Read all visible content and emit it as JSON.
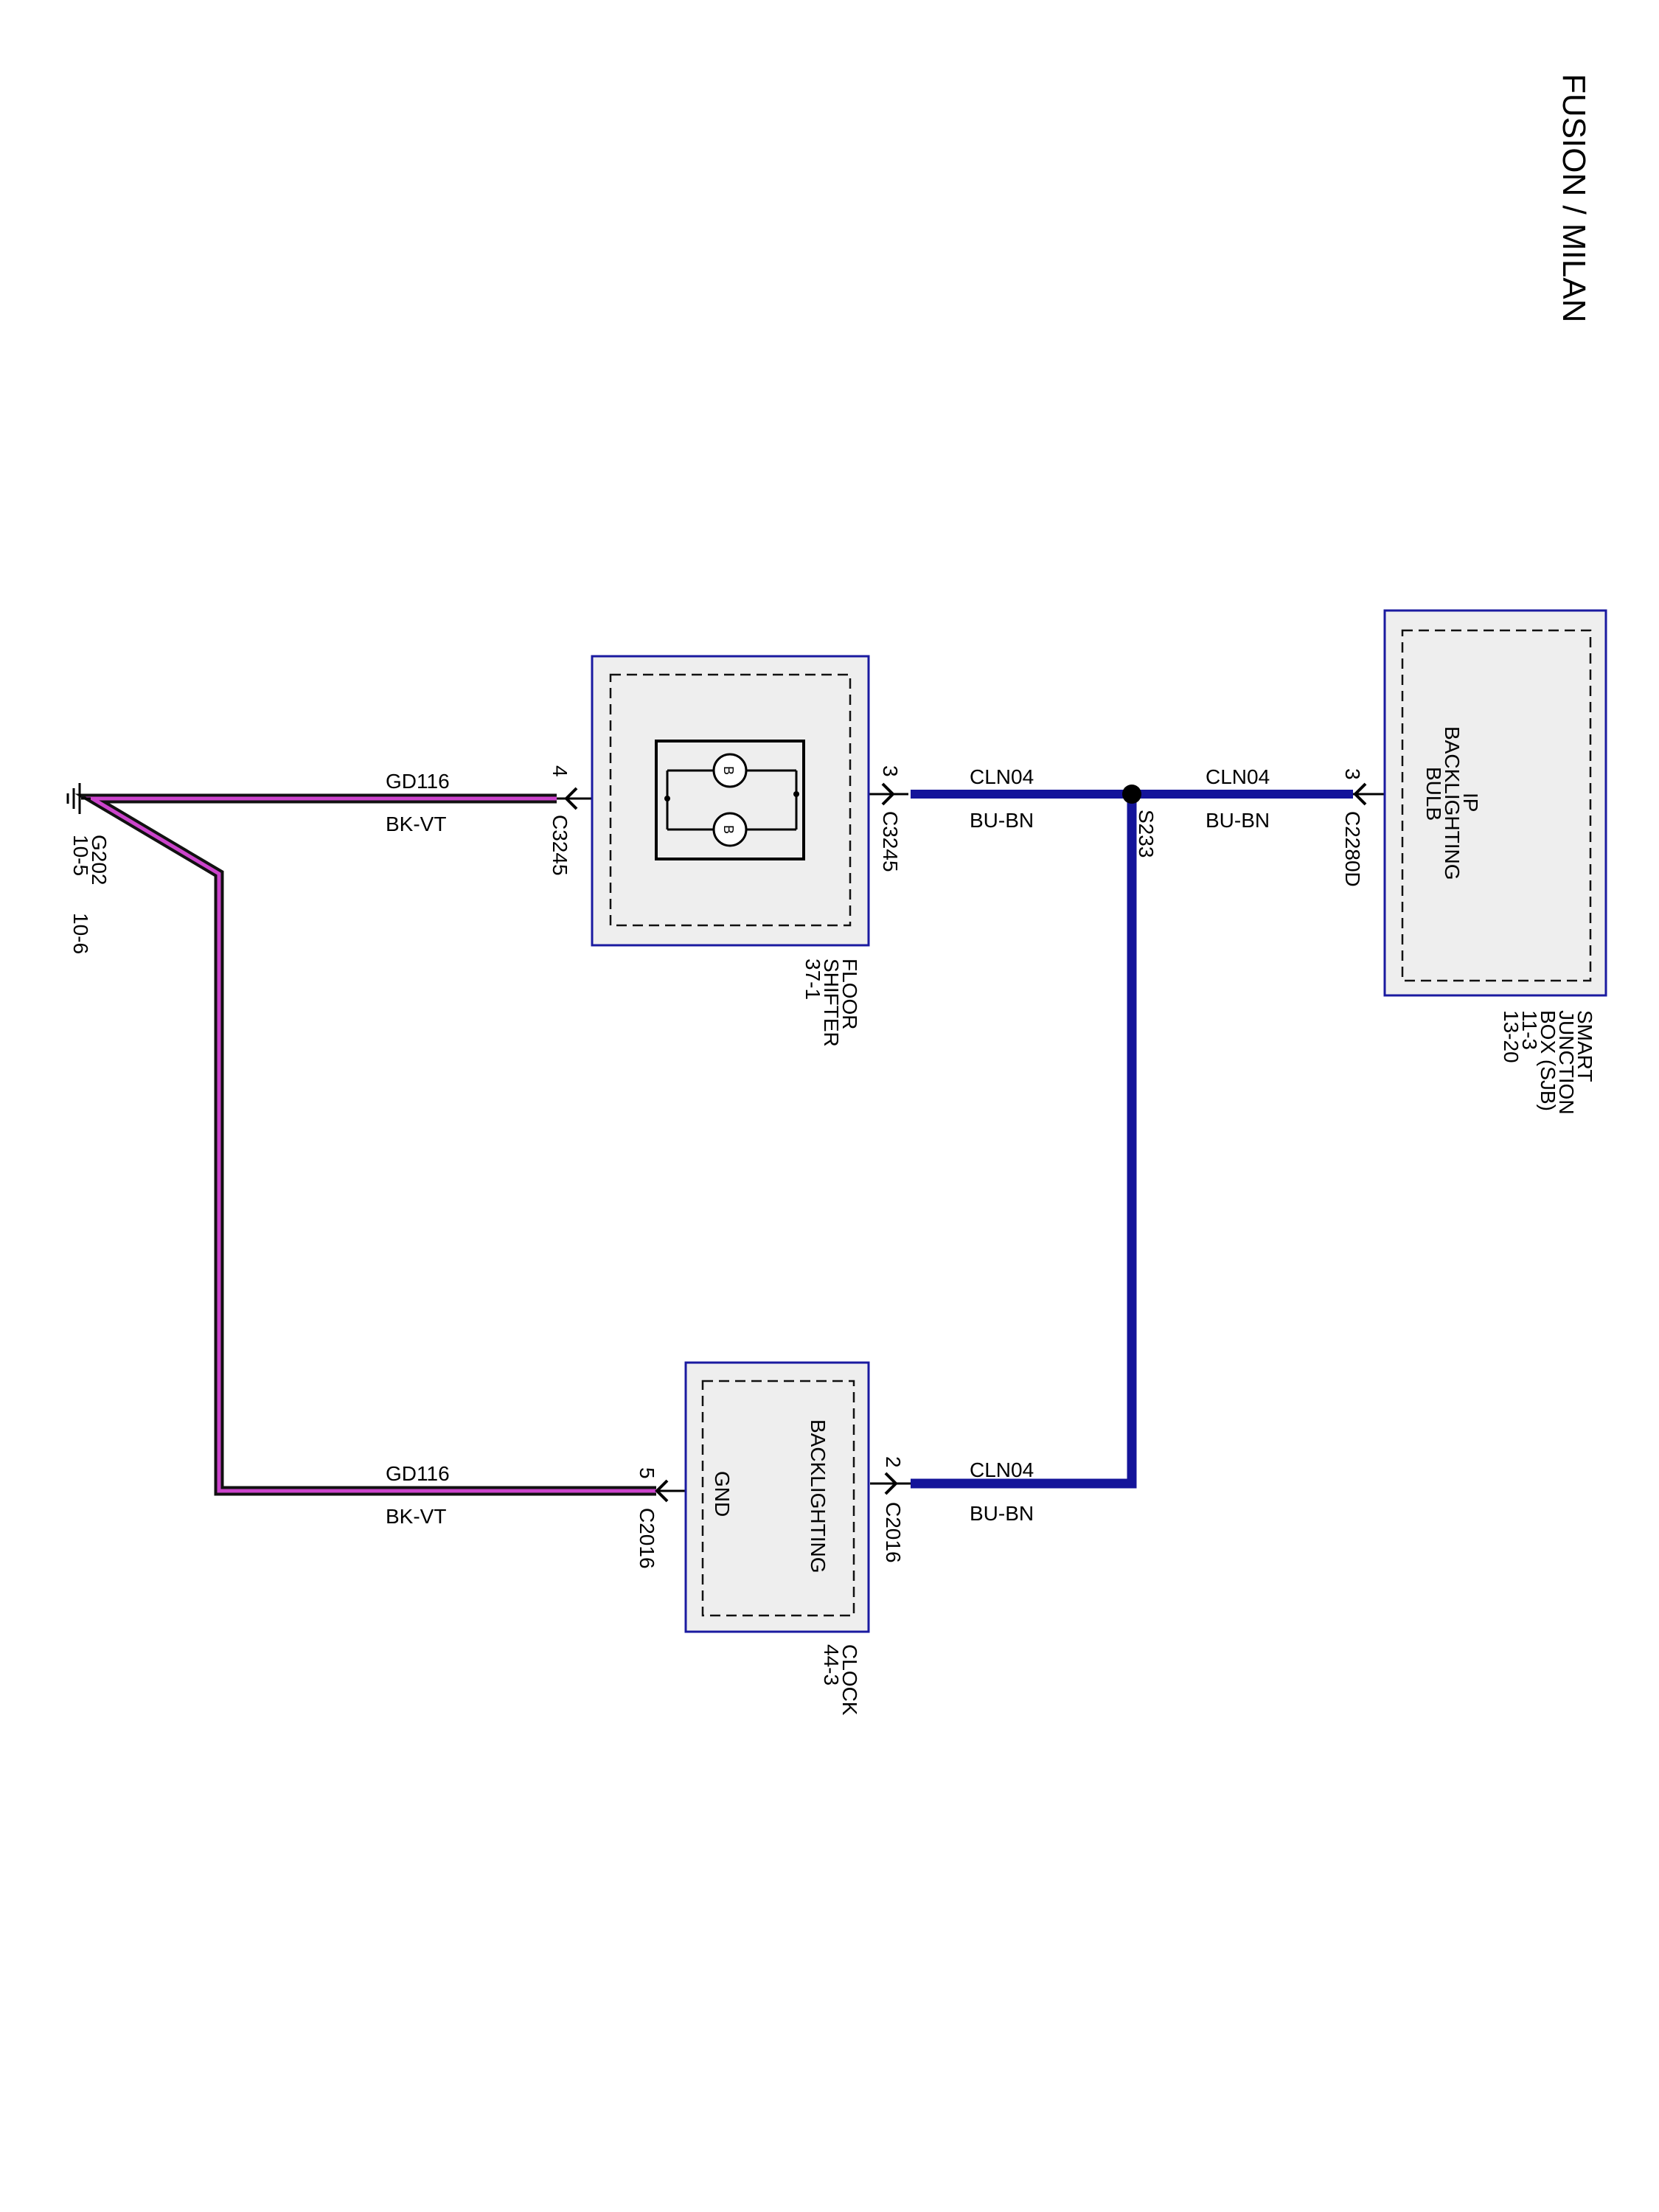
{
  "title": "FUSION / MILAN",
  "components": {
    "sjb": {
      "name_lines": [
        "SMART",
        "JUNCTION",
        "BOX (SJB)",
        "11-3",
        "13-20"
      ],
      "inner_lines": [
        "IP",
        "BACKLIGHTING",
        "BULB"
      ],
      "pin": "3",
      "connector": "C2280D"
    },
    "shifter": {
      "name_lines": [
        "FLOOR",
        "SHIFTER",
        "37-1"
      ],
      "pin_in": "3",
      "connector_in": "C3245",
      "pin_out": "4",
      "connector_out": "C3245",
      "bulb_symbol": "B"
    },
    "clock": {
      "name_lines": [
        "CLOCK",
        "44-3"
      ],
      "backlighting": "BACKLIGHTING",
      "gnd": "GND",
      "pin_in": "2",
      "connector_in": "C2016",
      "pin_out": "5",
      "connector_out": "C2016"
    },
    "splice": {
      "name": "S233"
    },
    "ground": {
      "name": "G202",
      "ref1": "10-5",
      "ref2": "10-6"
    }
  },
  "wires": {
    "cln04": {
      "circuit": "CLN04",
      "color": "BU-BN"
    },
    "gd116": {
      "circuit": "GD116",
      "color": "BK-VT"
    }
  },
  "colors": {
    "blue_wire": "#14149a",
    "ground_wire_outer": "#111111",
    "ground_wire_inner": "#cc44cc",
    "box_border": "#1a1aa0",
    "box_fill": "#eeeeee"
  }
}
